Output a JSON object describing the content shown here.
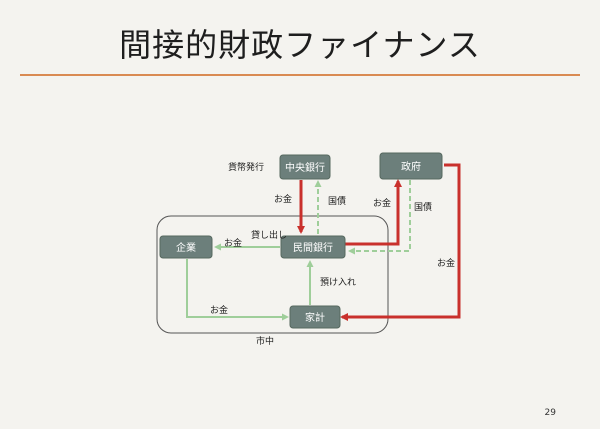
{
  "slide": {
    "title": "間接的財政ファイナンス",
    "page_number": "29"
  },
  "nodes": {
    "central_bank": "中央銀行",
    "government": "政府",
    "enterprise": "企業",
    "private_bank": "民間銀行",
    "household": "家計"
  },
  "labels": {
    "currency_issue": "貨幣発行",
    "money_cb_to_bank": "お金",
    "bonds_bank_to_cb": "国債",
    "money_bank_to_gov": "お金",
    "bonds_gov_to_bank": "国債",
    "lending": "貸し出し",
    "money_bank_to_enterprise": "お金",
    "deposit": "預け入れ",
    "money_enterprise_to_household": "お金",
    "money_gov_to_household": "お金",
    "market": "市中"
  },
  "colors": {
    "node_fill": "#6c7f7b",
    "node_border": "#56685f",
    "red_arrow": "#c9302c",
    "green_arrow": "#9fce9a",
    "accent_rule": "#d98a52"
  }
}
